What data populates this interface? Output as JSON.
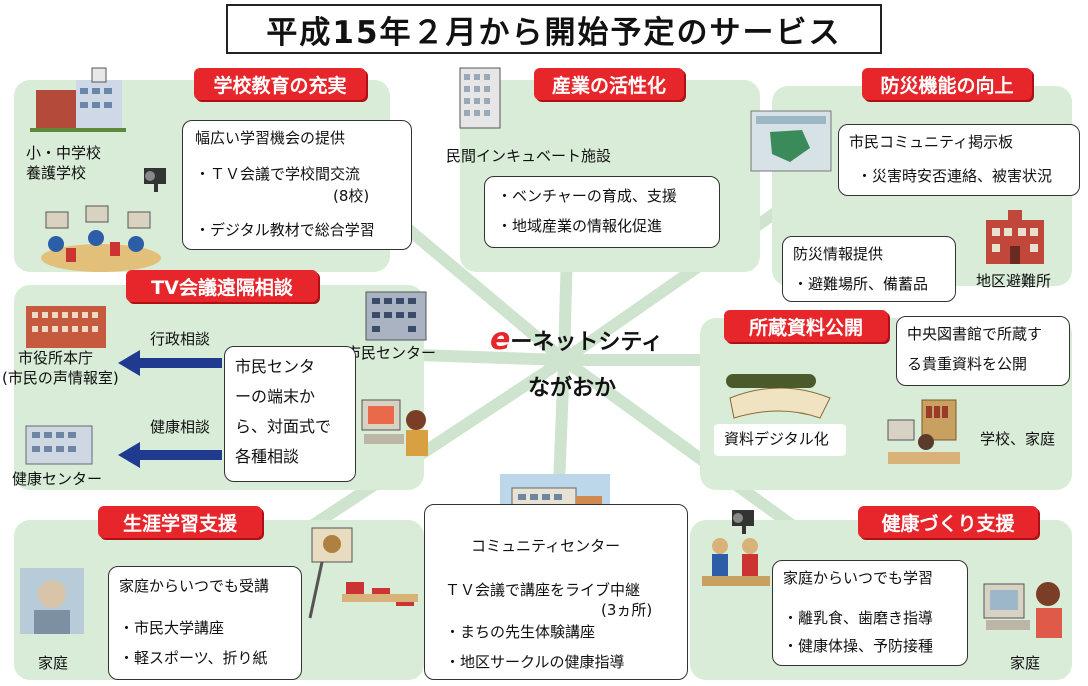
{
  "title": "平成15年２月から開始予定のサービス",
  "center": {
    "logo_e": "e",
    "line1": "ーネットシティ",
    "line2": "ながおか"
  },
  "colors": {
    "panel": "#d8ecd8",
    "tag": "#e6262b",
    "arrow": "#1f3a8f",
    "spoke": "#cfe4cf"
  },
  "school": {
    "tag": "学校教育の充実",
    "site_label": [
      "小・中学校",
      "養護学校"
    ],
    "box": [
      "幅広い学習機会の提供",
      "・ＴＶ会議で学校間交流",
      "(8校)",
      "・デジタル教材で総合学習"
    ]
  },
  "industry": {
    "tag": "産業の活性化",
    "facility": "民間インキュベート施設",
    "box": [
      "・ベンチャーの育成、支援",
      "・地域産業の情報化促進"
    ]
  },
  "disaster": {
    "tag": "防災機能の向上",
    "board": [
      "市民コミュニティ掲示板",
      "・災害時安否連絡、被害状況"
    ],
    "info": [
      "防災情報提供",
      "・避難場所、備蓄品"
    ],
    "shelter": "地区避難所"
  },
  "tv": {
    "tag": "TV会議遠隔相談",
    "city_hall": [
      "市役所本庁",
      "(市民の声情報室)"
    ],
    "admin": "行政相談",
    "health": "健康相談",
    "health_center": "健康センター",
    "citizen_center": "市民センター",
    "box": [
      "市民センタ",
      "ーの端末か",
      "ら、対面式で",
      "各種相談"
    ]
  },
  "archive": {
    "tag": "所蔵資料公開",
    "box": [
      "中央図書館で所蔵す",
      "る貴重資料を公開"
    ],
    "digital": "資料デジタル化",
    "place": "学校、家庭"
  },
  "lifelong": {
    "tag": "生涯学習支援",
    "box": [
      "家庭からいつでも受講",
      "・市民大学講座",
      "・軽スポーツ、折り紙"
    ],
    "home": "家庭"
  },
  "community": {
    "title": "コミュニティセンター",
    "lines": [
      "ＴＶ会議で講座をライブ中継",
      "(3ヵ所)",
      "・まちの先生体験講座",
      "・地区サークルの健康指導"
    ]
  },
  "health": {
    "tag": "健康づくり支援",
    "box": [
      "家庭からいつでも学習",
      "・離乳食、歯磨き指導",
      "・健康体操、予防接種"
    ],
    "home": "家庭"
  }
}
